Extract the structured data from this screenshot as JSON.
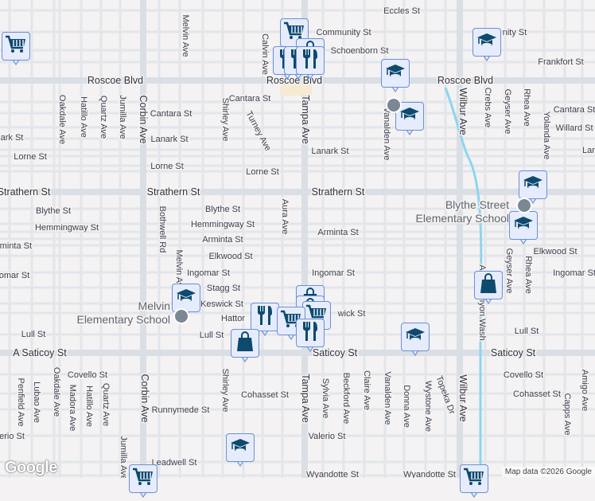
{
  "map": {
    "attribution": "Map data ©2026 Google",
    "logo": "Google",
    "colors": {
      "background": "#f4f2f2",
      "major_road": "#dfe3e8",
      "minor_road": "#e4e7eb",
      "water": "#8fd4ef",
      "marker_fill": "#e6ecfb",
      "marker_border": "#6b8fd6",
      "icon": "#0d4a6e"
    },
    "labels": [
      "Eccles St",
      "Community St",
      "Schoenborn St",
      "Frankfort St",
      "nity St",
      "Roscoe Blvd",
      "Roscoe Blvd",
      "Roscoe Blvd",
      "Cantara St",
      "Cantara St",
      "Cantara St",
      "Willard St",
      "Lanark St",
      "Lanark St",
      "ark St",
      "Lar",
      "Lorne St",
      "Lorne St",
      "Lorne St",
      "Strathern St",
      "Strathern St",
      "Strathern St",
      "Blythe St",
      "Blythe St",
      "Hemmingway St",
      "Hemmingway St",
      "Arminta St",
      "Arminta St",
      "rminta St",
      "Elkwood St",
      "Elkwood St",
      "Ingomar St",
      "Ingomar St",
      "Ingomar St",
      "omar St",
      "Stagg St",
      "Keswick St",
      "wick St",
      "Hattor",
      "Lull St",
      "Lull St",
      "Lull St",
      "A Saticoy St",
      "Saticoy St",
      "Saticoy St",
      "Covello St",
      "Covello St",
      "Cohasset St",
      "Cohasset St",
      "Runnymede St",
      "Valerio St",
      "erio St",
      "Leadwell St",
      "Wyandotte St",
      "Wyandotte St",
      "Oakdale Ave",
      "Hatillo Ave",
      "Quartz Ave",
      "Jumilla Ave",
      "Corbin Ave",
      "Shirley Ave",
      "Turney Ave",
      "Melvin Ave",
      "Calvin Ave",
      "Tampa Ave",
      "Vanalden Ave",
      "Crebs Ave",
      "Geyser Ave",
      "Rhea Ave",
      "Yolanda Ave",
      "Bothwell Rd",
      "Melvin Ave",
      "Aura Ave",
      "Geyser Ave",
      "Rhea Ave",
      "Tampa Ave",
      "Sylvia Ave",
      "Beckford Ave",
      "Claire Ave",
      "Vanalden Ave",
      "Donna Ave",
      "Wystone Ave",
      "Topeka Dr",
      "Amigo Ave",
      "Capps Ave",
      "Oakdale Ave",
      "Penfield Ave",
      "Lubao Ave",
      "Madora Ave",
      "Hatillo Ave",
      "Quartz Ave",
      "Jumilla Ave",
      "Corbin Ave",
      "Shirley Ave",
      "Wilbur Ave",
      "Wilbur Ave",
      "Aliso Canyon Wash"
    ],
    "schools": [
      {
        "line1": "Blythe Street",
        "line2": "Elementary School"
      },
      {
        "line1": "Melvin",
        "line2": "Elementary School"
      }
    ],
    "markers": [
      {
        "type": "education"
      },
      {
        "type": "education"
      },
      {
        "type": "education"
      },
      {
        "type": "education"
      },
      {
        "type": "education"
      },
      {
        "type": "education"
      },
      {
        "type": "education"
      },
      {
        "type": "education"
      },
      {
        "type": "shopping-cart"
      },
      {
        "type": "shopping-cart"
      },
      {
        "type": "shopping-bag"
      },
      {
        "type": "restaurant"
      },
      {
        "type": "restaurant"
      },
      {
        "type": "restaurant"
      },
      {
        "type": "shopping-bag"
      },
      {
        "type": "shopping-bag"
      },
      {
        "type": "shopping-cart"
      },
      {
        "type": "restaurant"
      },
      {
        "type": "shopping-cart"
      },
      {
        "type": "restaurant"
      },
      {
        "type": "shopping-bag"
      },
      {
        "type": "shopping-bag"
      },
      {
        "type": "shopping-cart"
      },
      {
        "type": "shopping-cart"
      }
    ]
  }
}
